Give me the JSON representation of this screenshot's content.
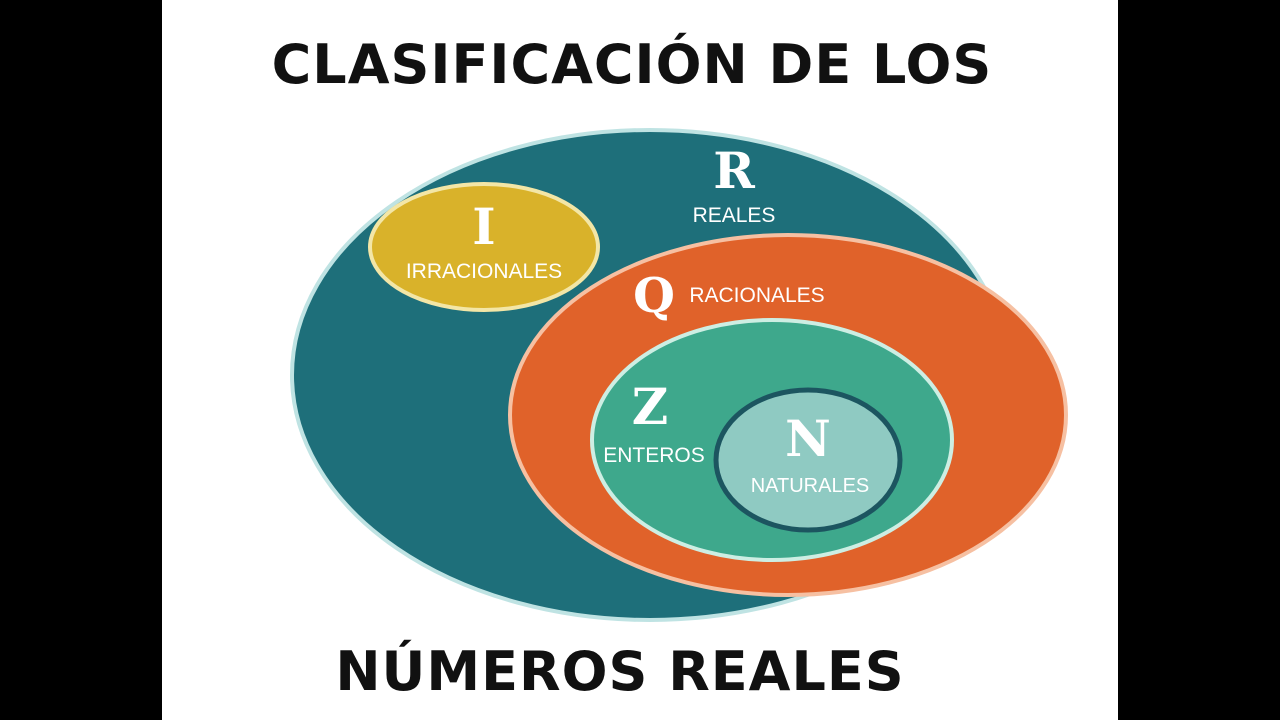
{
  "title": {
    "line1": "CLASIFICACIÓN DE LOS",
    "line2": "NÚMEROS REALES"
  },
  "diagram": {
    "sets": {
      "reales": {
        "symbol": "R",
        "label": "REALES",
        "color": "#1e6f7a"
      },
      "irracionales": {
        "symbol": "I",
        "label": "IRRACIONALES",
        "color": "#d9b22a"
      },
      "racionales": {
        "symbol": "Q",
        "label": "RACIONALES",
        "color": "#e0622a"
      },
      "enteros": {
        "symbol": "Z",
        "label": "ENTEROS",
        "color": "#3ea88c"
      },
      "naturales": {
        "symbol": "N",
        "label": "NATURALES",
        "color": "#8fcac2"
      }
    },
    "outline_color": "#cfe8e8"
  }
}
